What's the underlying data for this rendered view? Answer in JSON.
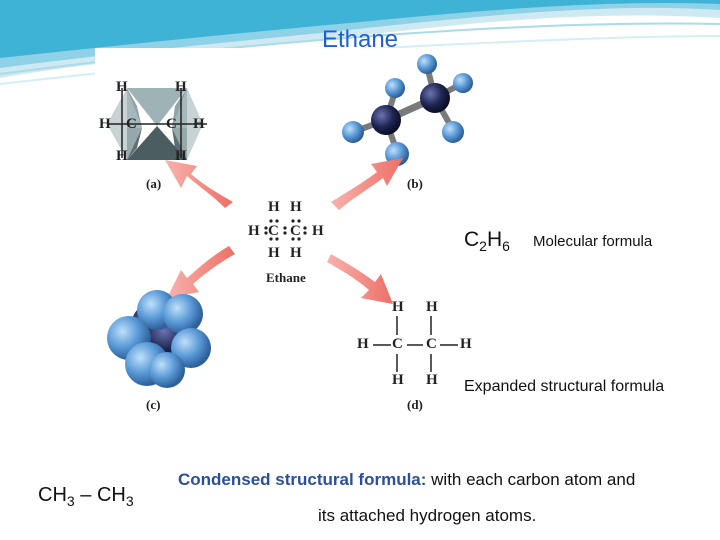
{
  "title": "Ethane",
  "diagram": {
    "panel_labels": {
      "a": "(a)",
      "b": "(b)",
      "c": "(c)",
      "d": "(d)"
    },
    "center_label": "Ethane",
    "atom_H": "H",
    "atom_C": "C",
    "colors": {
      "arrow": "#f0837a",
      "carbon": "#1e2552",
      "hydrogen": "#5b9bd8",
      "bond": "#444444"
    }
  },
  "molecular_formula": {
    "c": "C",
    "c_sub": "2",
    "h": "H",
    "h_sub": "6",
    "label": "Molecular formula"
  },
  "expanded_label": "Expanded structural formula",
  "condensed": {
    "formula": {
      "a": "CH",
      "a_sub": "3",
      "dash": " – ",
      "b": "CH",
      "b_sub": "3"
    },
    "label_bold": "Condensed structural formula:",
    "label_rest": " with each carbon atom and",
    "line2": "its attached hydrogen atoms."
  }
}
